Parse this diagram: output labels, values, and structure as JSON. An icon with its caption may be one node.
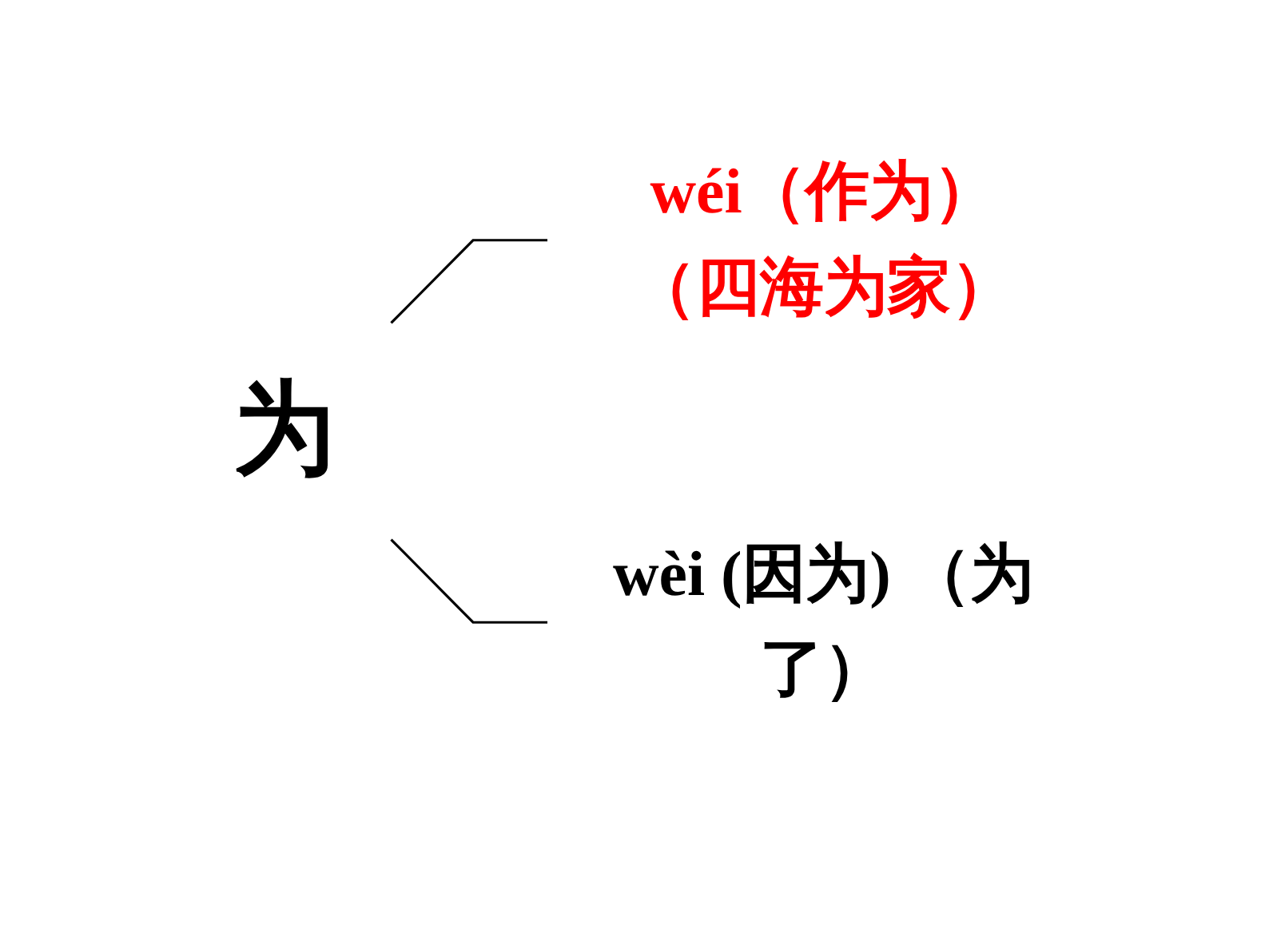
{
  "diagram": {
    "nodes": [
      {
        "text": [
          "为"
        ]
      },
      {
        "text": [
          "wéi（作为）（四海为家）"
        ]
      },
      {
        "text": [
          "wèi (因为) （为了）"
        ]
      }
    ],
    "edges": [
      {
        "from": 0,
        "to": 1,
        "arrow": "none"
      },
      {
        "from": 0,
        "to": 2,
        "arrow": "none"
      }
    ]
  }
}
